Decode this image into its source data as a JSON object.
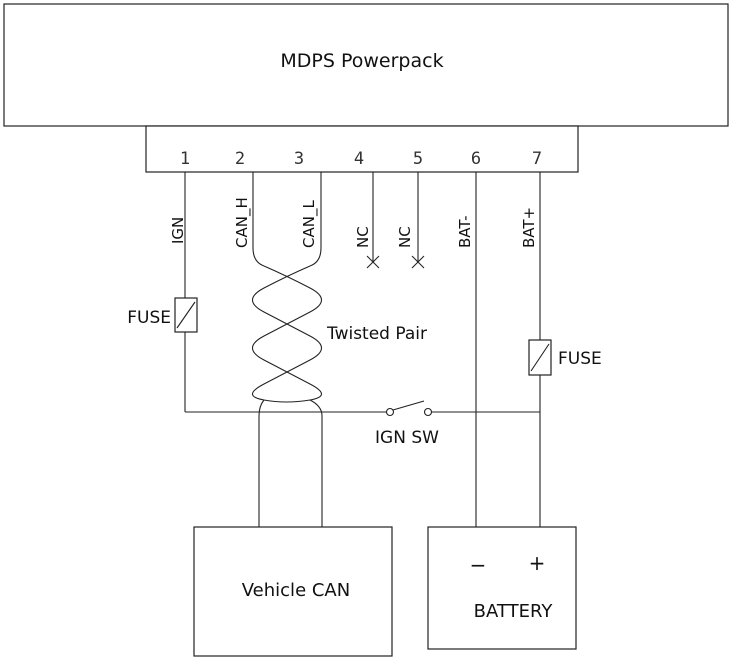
{
  "powerpack": {
    "title": "MDPS Powerpack",
    "pins": [
      "1",
      "2",
      "3",
      "4",
      "5",
      "6",
      "7"
    ]
  },
  "signals": {
    "ign": "IGN",
    "can_h": "CAN_H",
    "can_l": "CAN_L",
    "nc4": "NC",
    "nc5": "NC",
    "bat_minus": "BAT-",
    "bat_plus": "BAT+"
  },
  "components": {
    "fuse_left": "FUSE",
    "fuse_right": "FUSE",
    "twisted_pair": "Twisted Pair",
    "ign_switch": "IGN SW"
  },
  "vehicle_can": {
    "label": "Vehicle CAN"
  },
  "battery": {
    "label": "BATTERY",
    "minus": "−",
    "plus": "+"
  },
  "colors": {
    "line": "#222222",
    "background": "#ffffff"
  }
}
